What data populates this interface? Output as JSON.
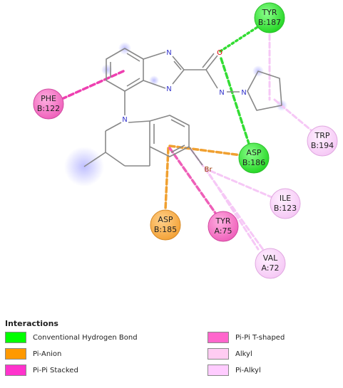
{
  "molecule": {
    "atoms": {
      "n_imidazole_top": "N",
      "n_imidazole_bottom": "N",
      "o_carbonyl": "O",
      "n_amide": "N",
      "n_pyrrolidine": "N",
      "n_quinoline": "N",
      "br": "Br"
    }
  },
  "residues": [
    {
      "id": "tyr187",
      "label": "TYR",
      "chain": "B:187",
      "type": "Conventional Hydrogen Bond"
    },
    {
      "id": "phe122",
      "label": "PHE",
      "chain": "B:122",
      "type": "Pi-Pi Stacked"
    },
    {
      "id": "trp194",
      "label": "TRP",
      "chain": "B:194",
      "type": "Pi-Alkyl"
    },
    {
      "id": "asp186",
      "label": "ASP",
      "chain": "B:186",
      "type": "Conventional Hydrogen Bond"
    },
    {
      "id": "ile123",
      "label": "ILE",
      "chain": "B:123",
      "type": "Pi-Alkyl"
    },
    {
      "id": "asp185",
      "label": "ASP",
      "chain": "B:185",
      "type": "Pi-Anion"
    },
    {
      "id": "tyr75",
      "label": "TYR",
      "chain": "A:75",
      "type": "Pi-Pi T-shaped"
    },
    {
      "id": "val72",
      "label": "VAL",
      "chain": "A:72",
      "type": "Pi-Alkyl"
    }
  ],
  "legend": {
    "title": "Interactions",
    "items": [
      {
        "label": "Conventional Hydrogen Bond",
        "color": "#00ff00"
      },
      {
        "label": "Pi-Anion",
        "color": "#ff9900"
      },
      {
        "label": "Pi-Pi Stacked",
        "color": "#ff33cc"
      },
      {
        "label": "Pi-Pi T-shaped",
        "color": "#ff66cc"
      },
      {
        "label": "Alkyl",
        "color": "#ffccf2"
      },
      {
        "label": "Pi-Alkyl",
        "color": "#ffccff"
      }
    ]
  },
  "colors": {
    "conventional_h_bond": "#33dd33",
    "pi_anion": "#f0a030",
    "pi_pi_stacked": "#ee3fb0",
    "pi_pi_t_shaped": "#ee5fb8",
    "pi_alkyl": "#f6c8f6",
    "bond": "#888888",
    "atom_n": "#3333cc",
    "atom_o": "#dd0000",
    "atom_br": "#993300"
  }
}
